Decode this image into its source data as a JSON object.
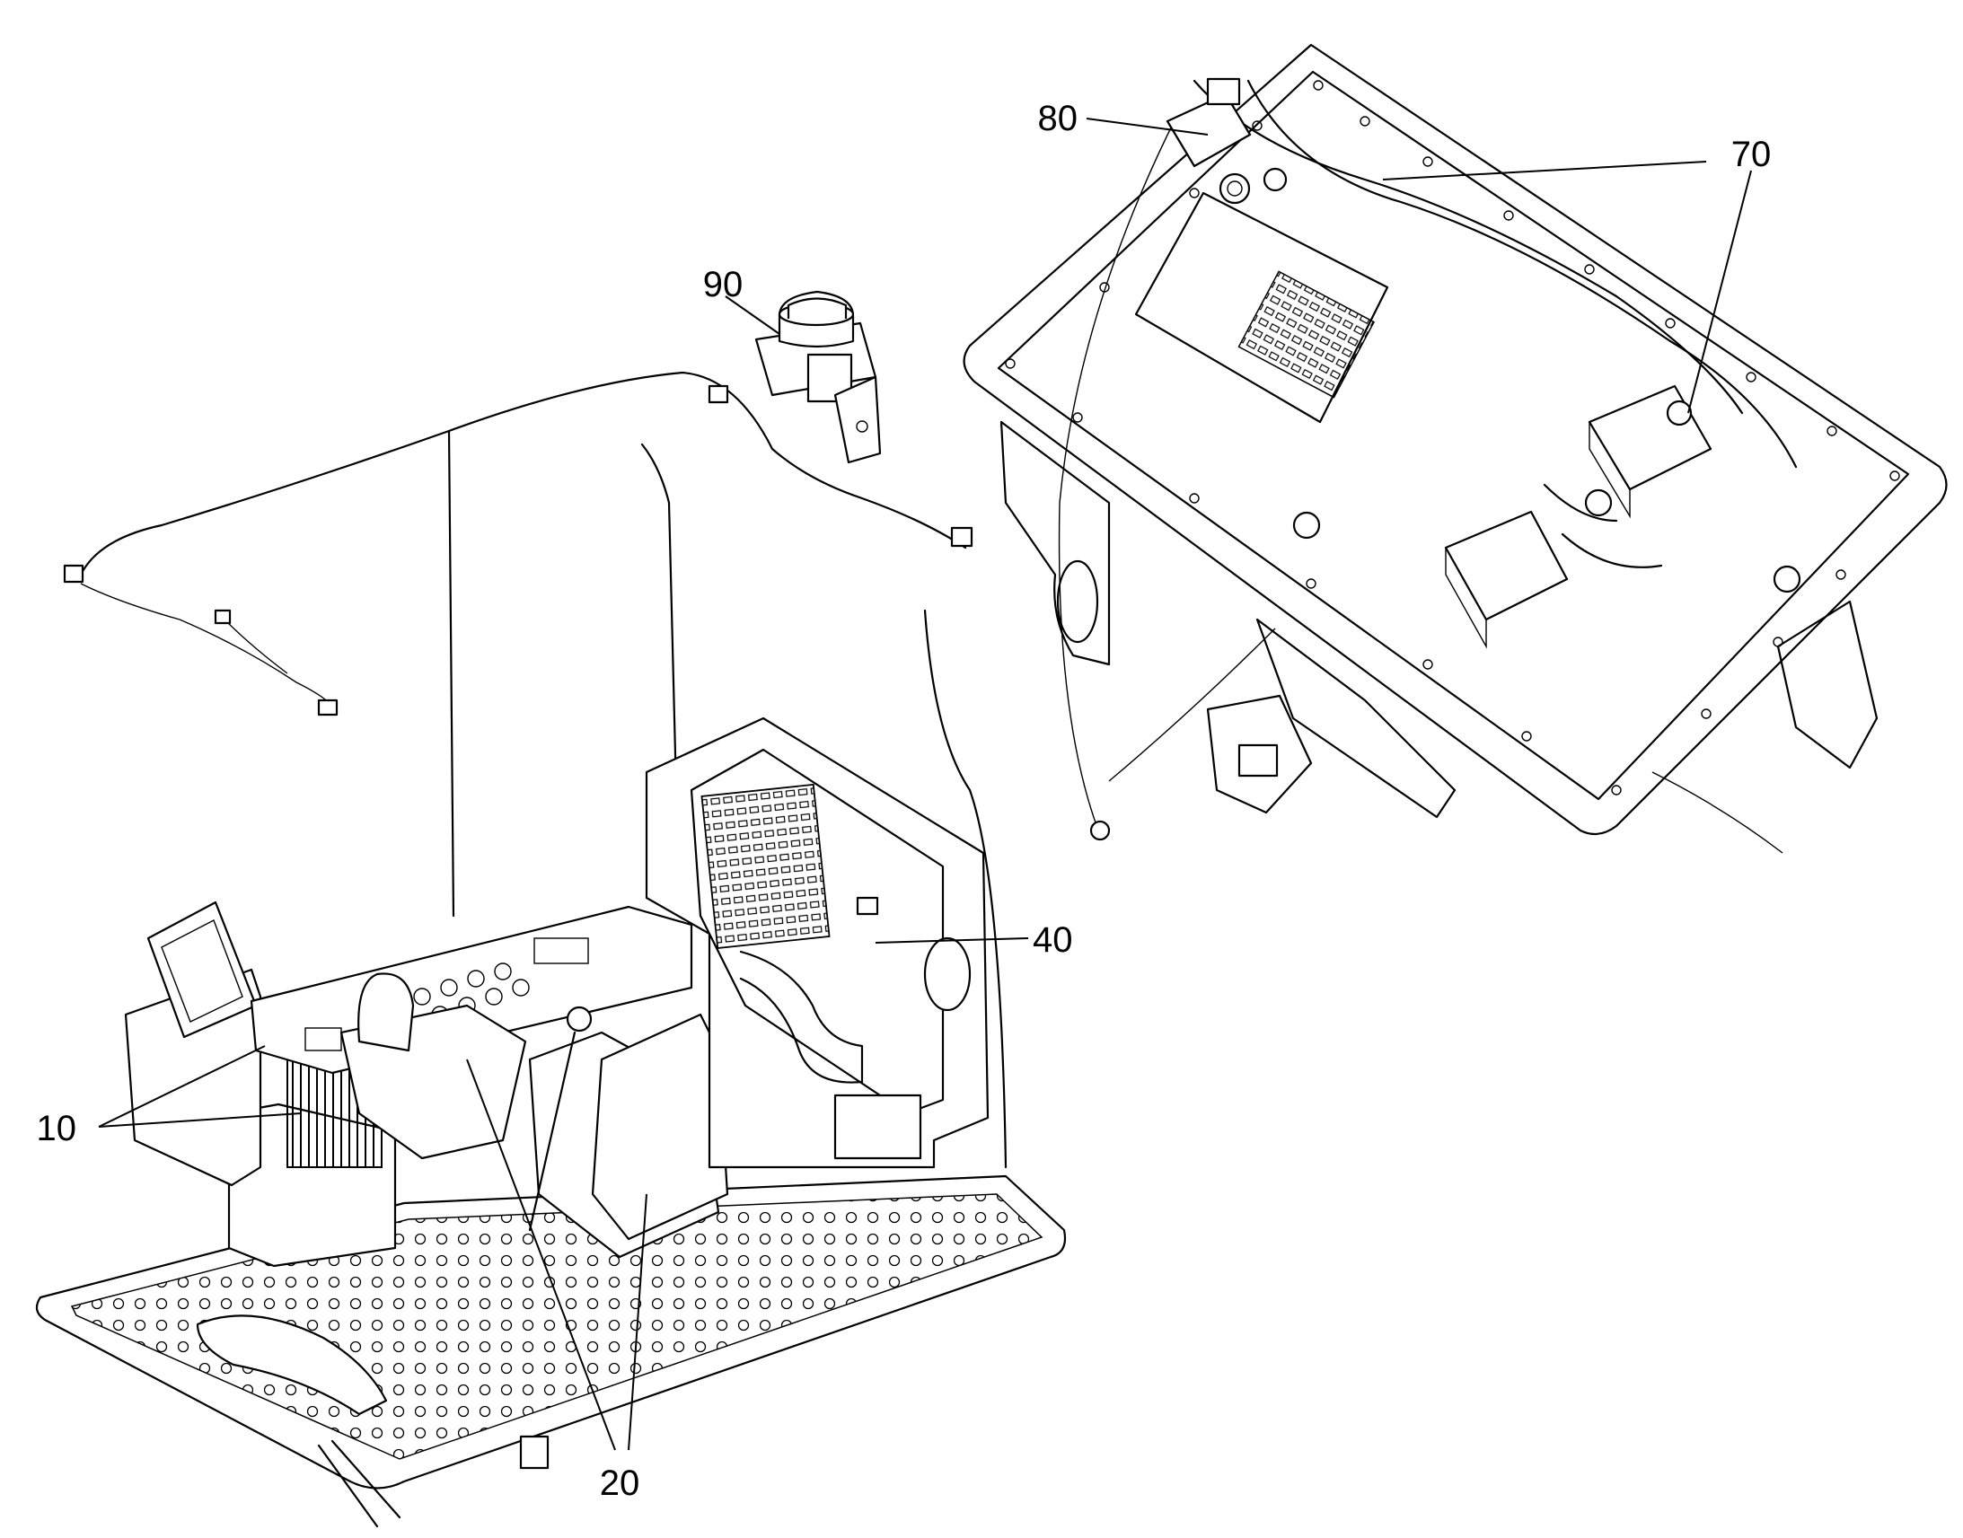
{
  "callouts": [
    {
      "id": "c10",
      "label": "10"
    },
    {
      "id": "c20",
      "label": "20"
    },
    {
      "id": "c40",
      "label": "40"
    },
    {
      "id": "c70",
      "label": "70"
    },
    {
      "id": "c80",
      "label": "80"
    },
    {
      "id": "c90",
      "label": "90"
    }
  ]
}
